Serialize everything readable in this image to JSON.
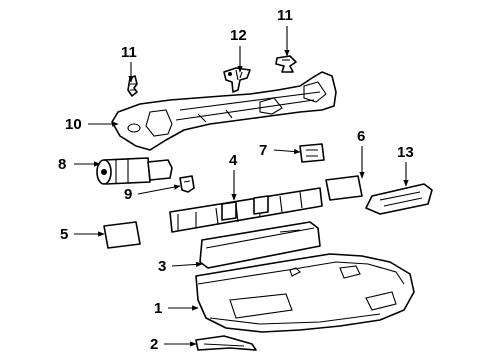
{
  "callouts": {
    "c1": "1",
    "c2": "2",
    "c3": "3",
    "c4": "4",
    "c5": "5",
    "c6": "6",
    "c7": "7",
    "c8": "8",
    "c9": "9",
    "c10": "10",
    "c11a": "11",
    "c11b": "11",
    "c12": "12",
    "c13": "13"
  }
}
